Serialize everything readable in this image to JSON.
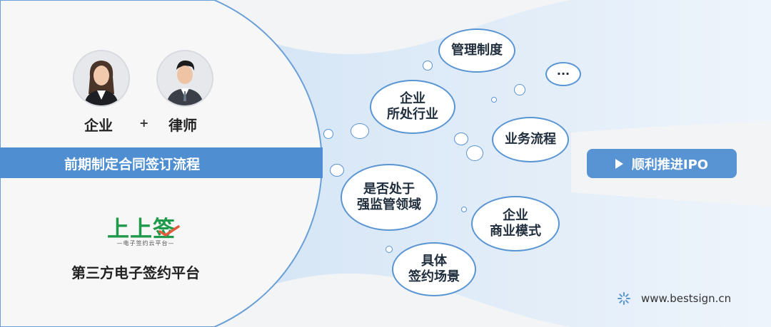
{
  "parties": {
    "enterprise": "企业",
    "plus": "+",
    "lawyer": "律师"
  },
  "band_text": "前期制定合同签订流程",
  "logo": {
    "word": "上上签",
    "tagline": "—电子签约云平台—"
  },
  "platform_text": "第三方电子签约平台",
  "bubbles": [
    {
      "text": "管理制度"
    },
    {
      "text": "···"
    },
    {
      "text": "企业\n所处行业"
    },
    {
      "text": "业务流程"
    },
    {
      "text": "是否处于\n强监管领域"
    },
    {
      "text": "企业\n商业模式"
    },
    {
      "text": "具体\n签约场景"
    }
  ],
  "cta": {
    "label": "顺利推进IPO",
    "icon": "play-icon"
  },
  "website": {
    "text": "www.bestsign.cn",
    "icon": "spinner-icon"
  },
  "colors": {
    "accent": "#4f8ed0",
    "logo_green": "#1f9a4a",
    "background": "#f3f4f6"
  }
}
